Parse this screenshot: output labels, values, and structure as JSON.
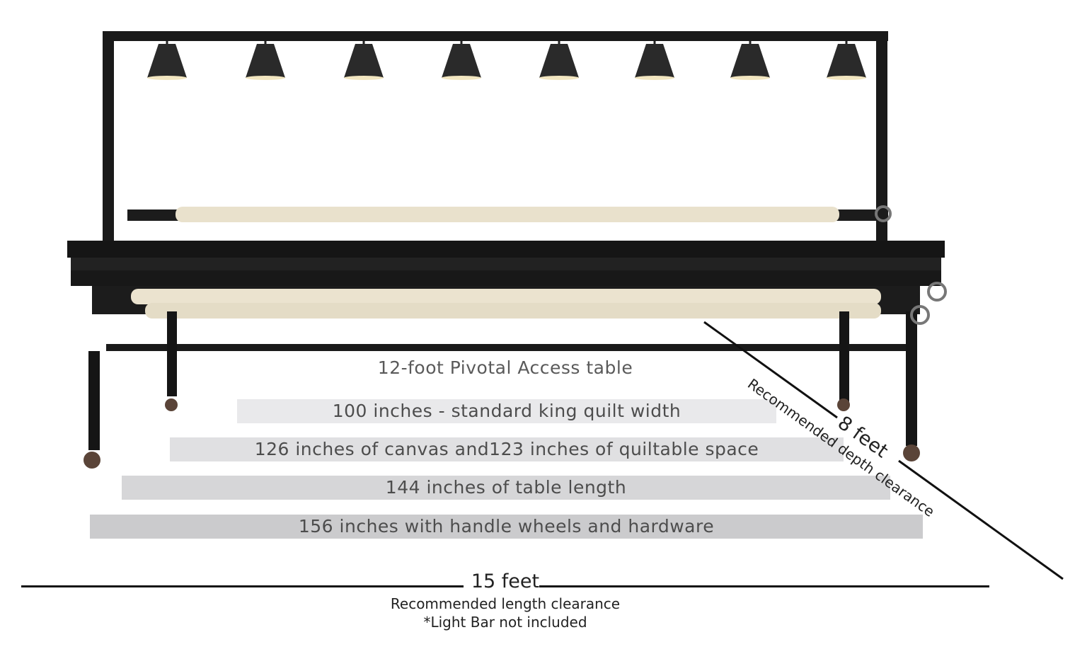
{
  "product_title": "12-foot Pivotal Access table",
  "measurement_bars": [
    {
      "label": "100 inches - standard king quilt width",
      "color": "#e9e9eb"
    },
    {
      "label": "126 inches of canvas and123 inches of quiltable space",
      "color": "#e0e0e2"
    },
    {
      "label": "144 inches of table length",
      "color": "#d6d6d8"
    },
    {
      "label": "156 inches with handle wheels and hardware",
      "color": "#cbcbcd"
    }
  ],
  "length_clearance": {
    "value": "15 feet",
    "caption": "Recommended length clearance",
    "note": "*Light Bar not included"
  },
  "depth_clearance": {
    "value": "8 feet",
    "caption": "Recommended depth clearance"
  }
}
